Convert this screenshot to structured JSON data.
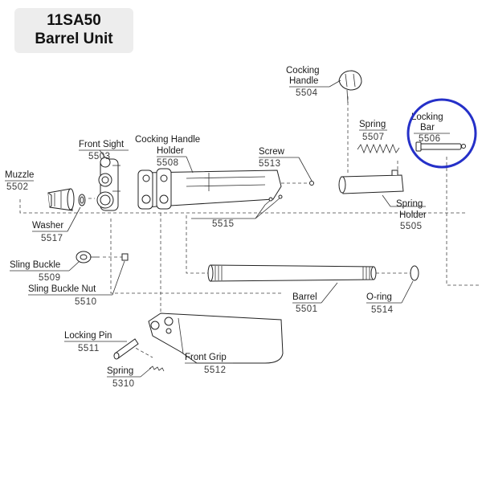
{
  "title": {
    "line1": "11SA50",
    "line2": "Barrel Unit"
  },
  "parts": [
    {
      "name": "Muzzle",
      "number": "5502"
    },
    {
      "name": "Front Sight",
      "number": "5503"
    },
    {
      "name": "Washer",
      "number": "5517"
    },
    {
      "name": "Sling Buckle",
      "number": "5509"
    },
    {
      "name": "Sling Buckle Nut",
      "number": "5510"
    },
    {
      "name": "Cocking Handle Holder",
      "name_line1": "Cocking Handle",
      "name_line2": "Holder",
      "number": "5508"
    },
    {
      "name": "Screw",
      "number": "5513"
    },
    {
      "name": "",
      "number": "5515"
    },
    {
      "name": "Cocking Handle",
      "name_line1": "Cocking",
      "name_line2": "Handle",
      "number": "5504"
    },
    {
      "name": "Spring",
      "number": "5507"
    },
    {
      "name": "Locking Bar",
      "name_line1": "Locking",
      "name_line2": "Bar",
      "number": "5506"
    },
    {
      "name": "Spring Holder",
      "name_line1": "Spring",
      "name_line2": "Holder",
      "number": "5505"
    },
    {
      "name": "Barrel",
      "number": "5501"
    },
    {
      "name": "O-ring",
      "number": "5514"
    },
    {
      "name": "Locking Pin",
      "number": "5511"
    },
    {
      "name": "Spring",
      "number": "5310"
    },
    {
      "name": "Front Grip",
      "number": "5512"
    }
  ],
  "highlight": {
    "part": "Locking Bar",
    "color": "#2530c8"
  }
}
